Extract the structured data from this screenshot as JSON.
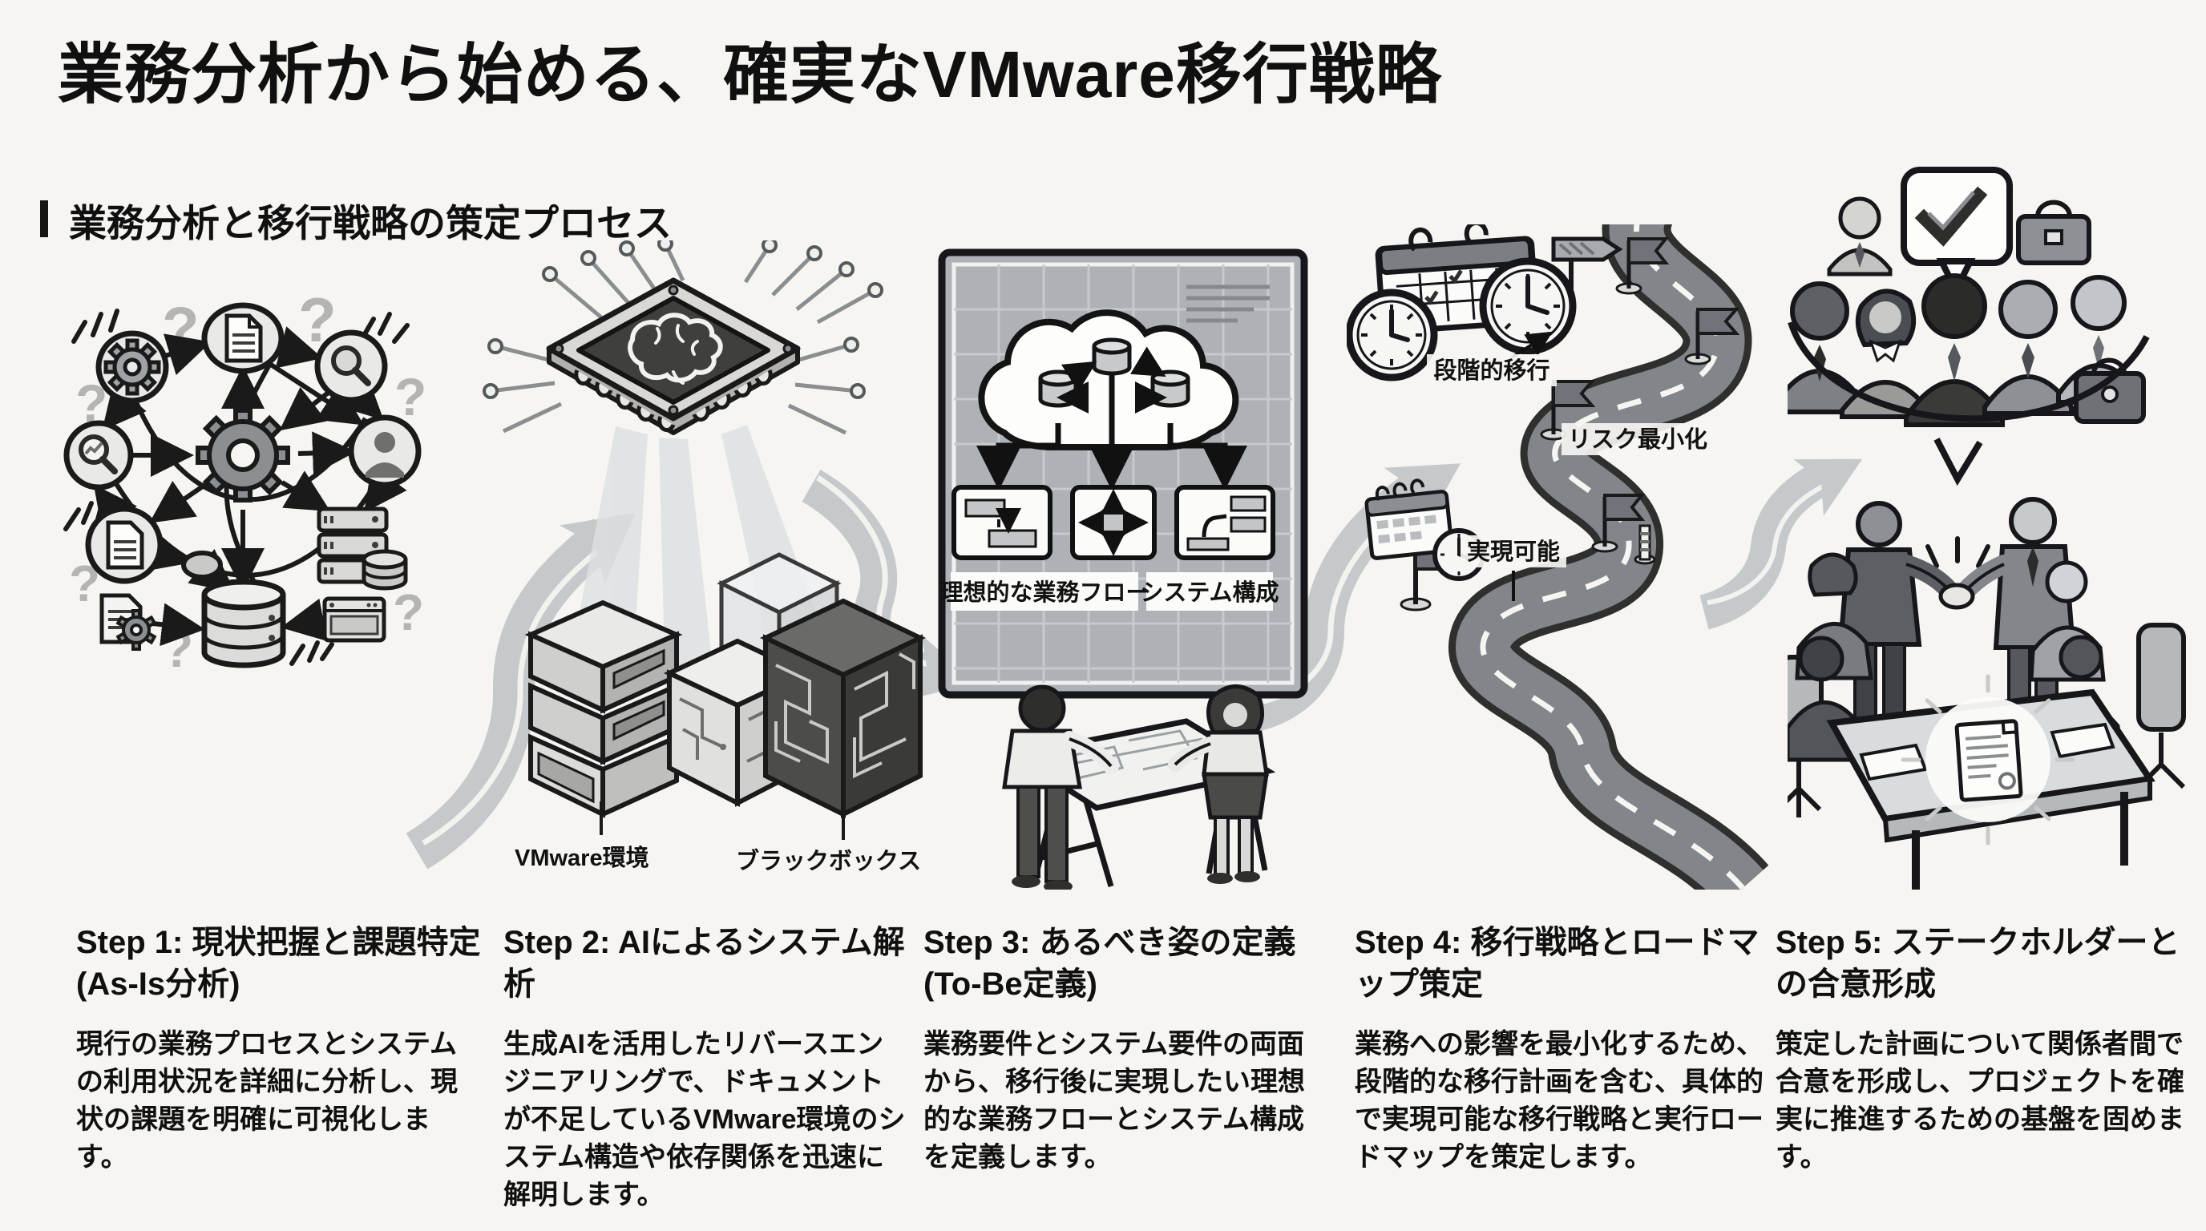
{
  "page": {
    "title": "業務分析から始める、確実なVMware移行戦略",
    "subtitle": "業務分析と移行戦略の策定プロセス"
  },
  "icons": {
    "question_mark": "?"
  },
  "steps": [
    {
      "id": "step-1",
      "title": "Step 1: 現状把握と課題特定 (As-Is分析)",
      "description": "現行の業務プロセスとシステムの利用状況を詳細に分析し、現状の課題を明確に可視化します。",
      "illustration": "network-of-gears-documents-search-people-databases"
    },
    {
      "id": "step-2",
      "title": "Step 2: AIによるシステム解析",
      "description": "生成AIを活用したリバースエンジニアリングで、ドキュメントが不足しているVMware環境のシステム構造や依存関係を迅速に解明します。",
      "illustration": "ai-chip-scanning-server-cubes",
      "labels": {
        "left": "VMware環境",
        "right": "ブラックボックス"
      }
    },
    {
      "id": "step-3",
      "title": "Step 3: あるべき姿の定義 (To-Be定義)",
      "description": "業務要件とシステム要件の両面から、移行後に実現したい理想的な業務フローとシステム構成を定義します。",
      "illustration": "cloud-blueprint-board-with-two-planners",
      "labels": {
        "flow": "理想的な業務フロー",
        "system": "システム構成"
      }
    },
    {
      "id": "step-4",
      "title": "Step 4: 移行戦略とロードマップ策定",
      "description": "業務への影響を最小化するため、段階的な移行計画を含む、具体的で実現可能な移行戦略と実行ロードマップを策定します。",
      "illustration": "winding-roadmap-with-flags-calendar-clocks",
      "labels": {
        "phased": "段階的移行",
        "risk": "リスク最小化",
        "feasible": "実現可能"
      }
    },
    {
      "id": "step-5",
      "title": "Step 5: ステークホルダーとの合意形成",
      "description": "策定した計画について関係者間で合意を形成し、プロジェクトを確実に推進するための基盤を固めます。",
      "illustration": "stakeholders-handshake-over-agreement-document"
    }
  ]
}
